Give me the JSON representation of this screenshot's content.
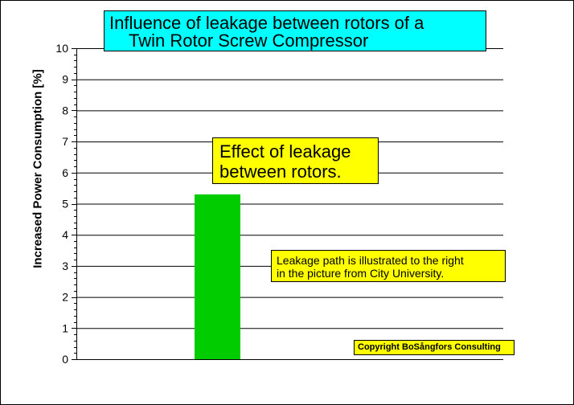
{
  "chart_data": {
    "type": "bar",
    "title_lines": [
      "Influence of  leakage between rotors of a",
      "Twin Rotor Screw Compressor"
    ],
    "ylabel": "Increased Power Consumption  [%]",
    "xlabel": "",
    "categories": [
      ""
    ],
    "values": [
      5.3
    ],
    "ylim": [
      0,
      10
    ],
    "yticks": [
      0,
      1,
      2,
      3,
      4,
      5,
      6,
      7,
      8,
      9,
      10
    ],
    "grid": true,
    "annotations": {
      "effect": [
        "Effect of leakage",
        "between rotors."
      ],
      "path": [
        "Leakage path is illustrated  to the right",
        " in the picture from City University."
      ],
      "copyright": "Copyright BoSångfors Consulting"
    }
  },
  "colors": {
    "bar": "#00cc00",
    "title_bg": "#00ffff",
    "annotation_bg": "#ffff00",
    "gridline": "#000000",
    "background": "#ffffff"
  }
}
